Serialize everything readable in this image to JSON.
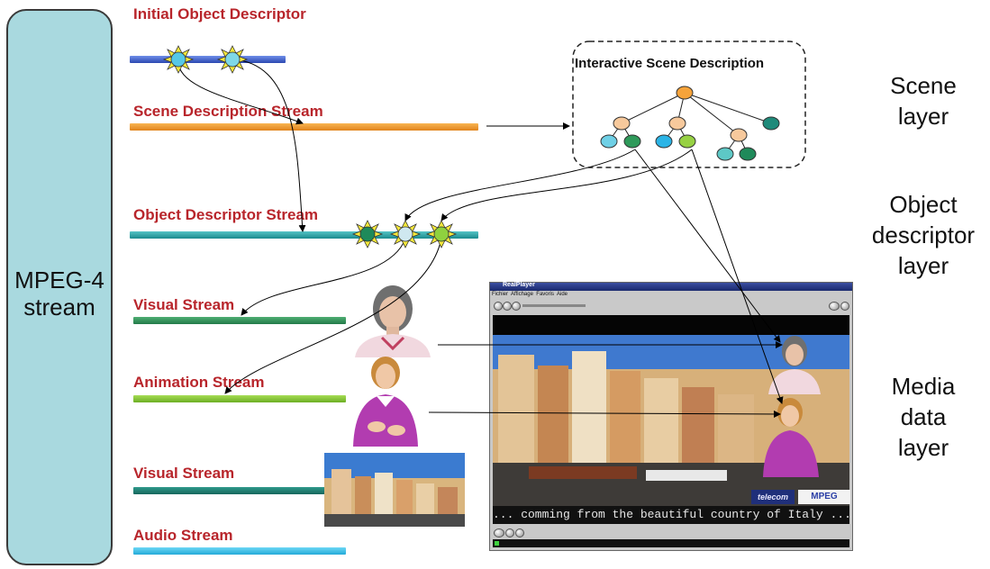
{
  "mpeg_stream": {
    "label_line1": "MPEG-4",
    "label_line2": "stream"
  },
  "streams": {
    "initial_object_descriptor": "Initial Object Descriptor",
    "scene_description": "Scene Description Stream",
    "object_descriptor": "Object Descriptor Stream",
    "visual_1": "Visual Stream",
    "animation": "Animation Stream",
    "visual_2": "Visual Stream",
    "audio": "Audio Stream"
  },
  "scene": {
    "title": "Interactive Scene Description"
  },
  "layers": {
    "scene": {
      "line1": "Scene",
      "line2": "layer"
    },
    "object_descriptor": {
      "line1": "Object",
      "line2": "descriptor",
      "line3": "layer"
    },
    "media": {
      "line1": "Media",
      "line2": "data",
      "line3": "layer"
    }
  },
  "player": {
    "title": "RealPlayer",
    "menu": [
      "Fichier",
      "Affichage",
      "Favoris",
      "Aide"
    ],
    "caption": "... comming from the beautiful country of Italy ...",
    "logo_left": "telecom",
    "logo_right": "MPEG"
  },
  "colors": {
    "label_red": "#b8252b",
    "iod_bar": "#3a5cc8",
    "scene_bar": "#f09a22",
    "od_bar": "#2aa3a6",
    "visual_bar": "#2e8b57",
    "animation_bar": "#7cbf2e",
    "visual2_bar": "#1f7a6e",
    "audio_bar": "#3cc3ea",
    "mpeg_box": "#a9d9df"
  }
}
